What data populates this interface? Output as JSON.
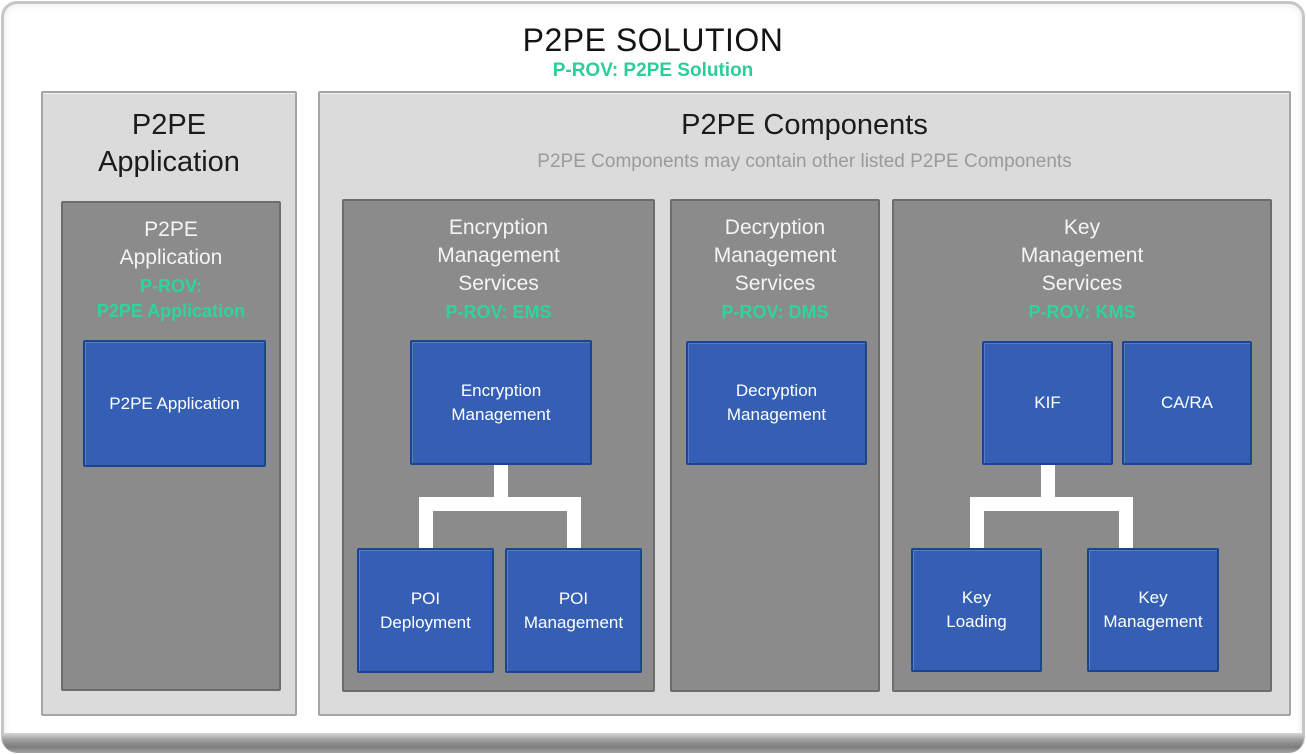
{
  "header": {
    "title": "P2PE SOLUTION",
    "subtitle": "P-ROV: P2PE Solution"
  },
  "app": {
    "title": "P2PE\nApplication",
    "group": {
      "title": "P2PE\nApplication",
      "prov": "P-ROV:\nP2PE Application",
      "box": "P2PE Application"
    }
  },
  "comp": {
    "title": "P2PE Components",
    "subtitle": "P2PE Components may contain other listed P2PE Components",
    "groups": [
      {
        "title": "Encryption\nManagement\nServices",
        "prov": "P-ROV: EMS",
        "parent": "Encryption\nManagement",
        "children": [
          "POI\nDeployment",
          "POI\nManagement"
        ]
      },
      {
        "title": "Decryption\nManagement\nServices",
        "prov": "P-ROV: DMS",
        "parent": "Decryption\nManagement",
        "children": []
      },
      {
        "title": "Key\nManagement\nServices",
        "prov": "P-ROV: KMS",
        "parent": "KIF",
        "sibling": "CA/RA",
        "children": [
          "Key\nLoading",
          "Key\nManagement"
        ]
      }
    ]
  },
  "colors": {
    "accent_green": "#2ED49D",
    "node_blue": "#345FB5",
    "node_blue_border": "#1C458F",
    "group_gray": "#8B8B8B",
    "panel_gray": "#DBDBDB",
    "subtitle_gray": "#9A9A9A",
    "title_black": "#141414"
  }
}
